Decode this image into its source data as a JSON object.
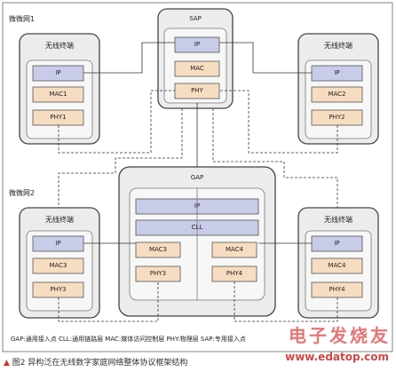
{
  "diagram": {
    "subnet1_label": "微微网1",
    "subnet2_label": "微微网2",
    "sap_title": "SAP",
    "gap_title": "GAP",
    "device_title": "无线终端",
    "layers": {
      "ip": "IP",
      "mac": "MAC",
      "mac_1": "MAC1",
      "mac_2": "MAC2",
      "mac_3": "MAC3",
      "mac_4": "MAC4",
      "phy": "PHY",
      "phy_1": "PHY1",
      "phy_2": "PHY2",
      "phy_3": "PHY3",
      "phy_4": "PHY4",
      "cll": "CLL"
    },
    "legend": "GAP:通用接入点    CLL:通用链路层    MAC:媒体访问控制层    PHY:物理层    SAP:专用接入点",
    "caption_mark": "▲",
    "caption": "图2 异构泛在无线数字家庭网络整体协议框架结构",
    "watermark": "电子发烧友",
    "url": "www.edatop.com"
  },
  "colors": {
    "outer_border": "#555555",
    "device_bg": "#eeeeee",
    "ip_fill": "#c9cce8",
    "layer_fill": "#f6dcc0",
    "cll_fill": "#c9cce8",
    "line": "#333333"
  }
}
